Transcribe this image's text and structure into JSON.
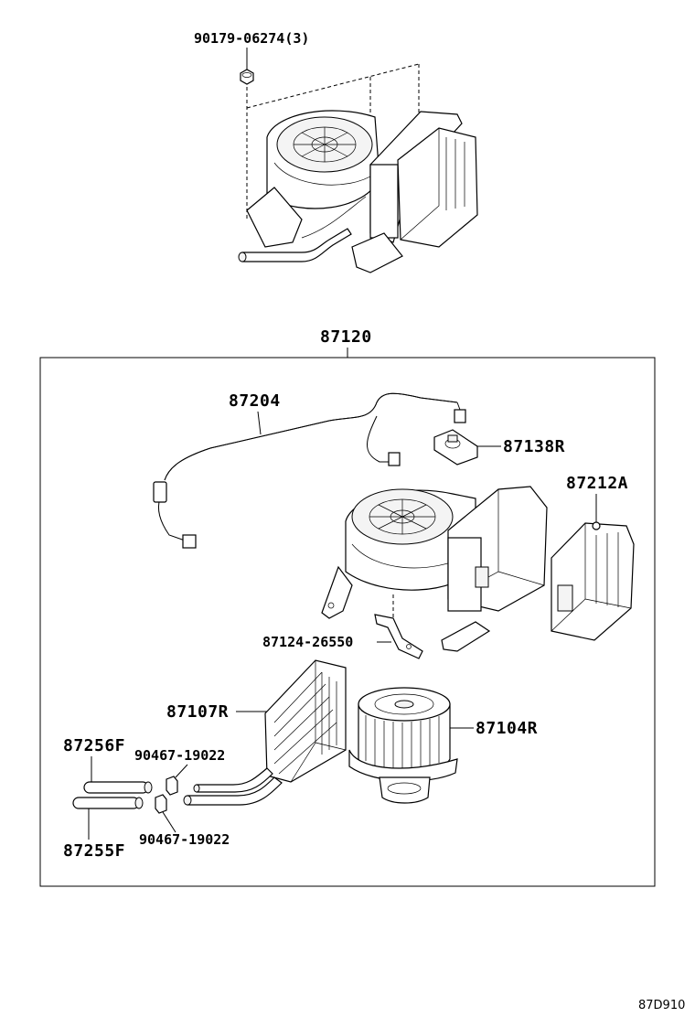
{
  "diagram_code": "87D910",
  "labels": {
    "nut": "90179-06274(3)",
    "assembly": "87120",
    "wire_harness": "87204",
    "resistor": "87138R",
    "case_sub": "87212A",
    "bracket": "87124-26550",
    "heater_core": "87107R",
    "blower_motor": "87104R",
    "hose_upper": "87256F",
    "hose_lower": "87255F",
    "clamp_upper": "90467-19022",
    "clamp_lower": "90467-19022"
  }
}
